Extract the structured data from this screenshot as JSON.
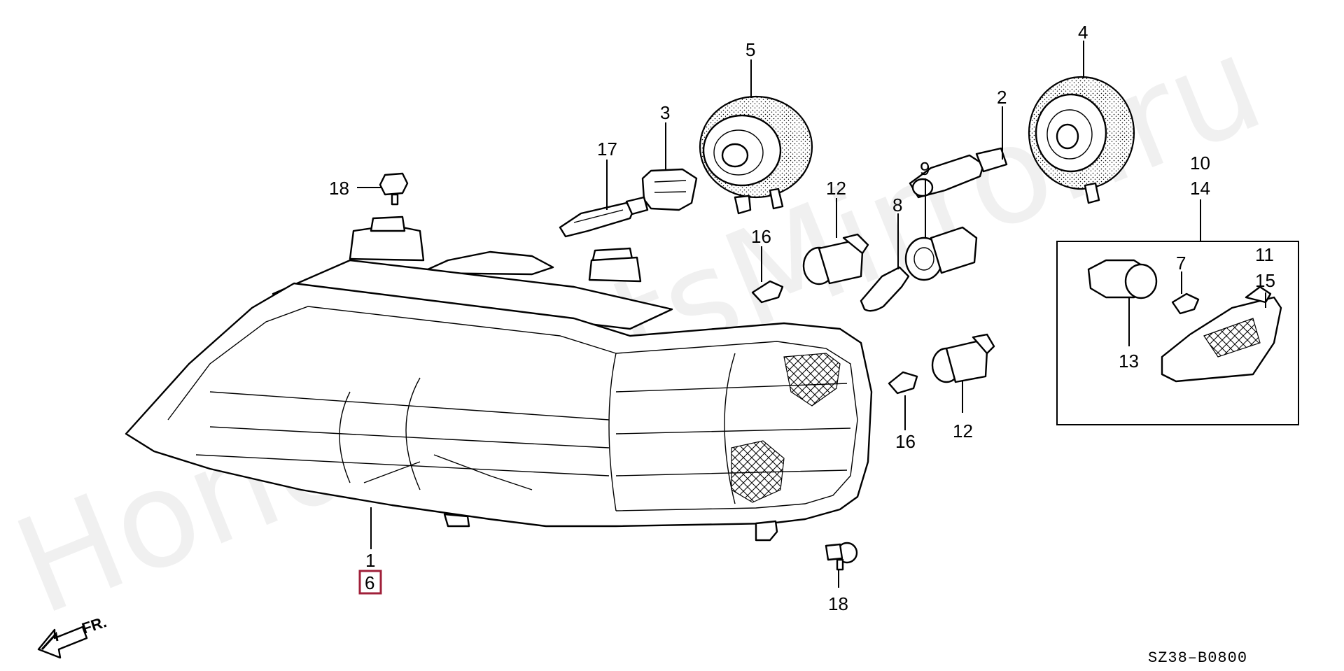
{
  "callouts": {
    "c1": "1",
    "c2": "2",
    "c3": "3",
    "c4": "4",
    "c5": "5",
    "c6": "6",
    "c7": "7",
    "c8": "8",
    "c9": "9",
    "c10": "10",
    "c11": "11",
    "c12a": "12",
    "c12b": "12",
    "c13": "13",
    "c14": "14",
    "c15": "15",
    "c16a": "16",
    "c16b": "16",
    "c17": "17",
    "c18a": "18",
    "c18b": "18"
  },
  "direction_label": "FR.",
  "diagram_code": "SZ38–B0800",
  "watermark": "HondaPartsMirror.ru",
  "colors": {
    "highlight_box": "#a0203a",
    "ink": "#000000"
  }
}
